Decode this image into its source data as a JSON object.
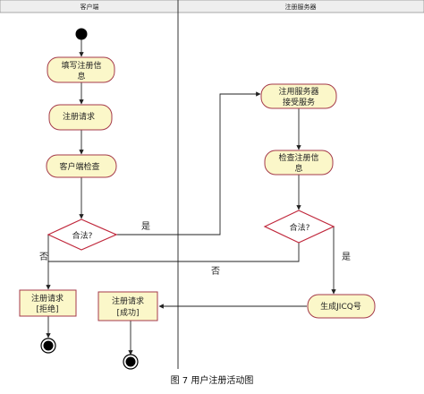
{
  "lanes": {
    "client": "客户端",
    "server": "注册服务器"
  },
  "nodes": {
    "fill_info": [
      "填写注册信",
      "息"
    ],
    "register_request": "注册请求",
    "client_check": "客户端检查",
    "server_accept": [
      "注用服务器",
      "接受服务"
    ],
    "check_info": [
      "检查注册信",
      "息"
    ],
    "generate_id": "生成JICQ号",
    "rejected": [
      "注册请求",
      "[拒绝]"
    ],
    "success": [
      "注册请求",
      "[成功]"
    ]
  },
  "decisions": {
    "client_valid": "合法?",
    "server_valid": "合法?"
  },
  "edge_labels": {
    "client_yes": "是",
    "client_no": "否",
    "server_yes": "是",
    "server_no": "否"
  },
  "caption": "图 7  用户注册活动图",
  "colors": {
    "node_fill": "#fbf7c9",
    "node_stroke": "#a53a4a",
    "diamond_stroke": "#c0283c",
    "line": "#222222",
    "header_fill": "#eeeeee"
  }
}
